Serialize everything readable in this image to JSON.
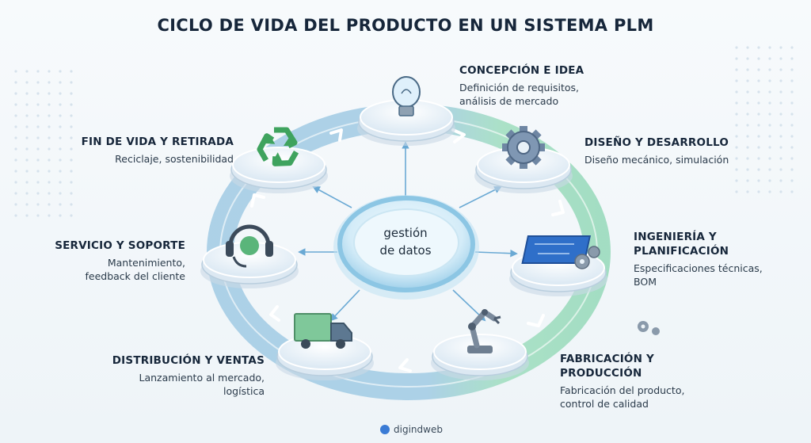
{
  "title": "CICLO DE VIDA DEL PRODUCTO EN UN SISTEMA PLM",
  "center": {
    "line1": "gestión",
    "line2": "de datos"
  },
  "stages": [
    {
      "id": "concepcion",
      "title": "CONCEPCIÓN E IDEA",
      "desc1": "Definición de requisitos,",
      "desc2": "análisis de mercado",
      "icon": "lightbulb-icon"
    },
    {
      "id": "diseno",
      "title": "DISEÑO Y DESARROLLO",
      "desc1": "Diseño mecánico, simulación",
      "icon": "gear-icon"
    },
    {
      "id": "ingenieria",
      "title1": "INGENIERÍA Y",
      "title2": "PLANIFICACIÓN",
      "desc1": "Especificaciones técnicas,",
      "desc2": "BOM",
      "icon": "blueprint-icon"
    },
    {
      "id": "fabricacion",
      "title1": "FABRICACIÓN Y",
      "title2": "PRODUCCIÓN",
      "desc1": "Fabricación del producto,",
      "desc2": "control de calidad",
      "icon": "robot-arm-icon"
    },
    {
      "id": "distribucion",
      "title": "DISTRIBUCIÓN Y VENTAS",
      "desc1": "Lanzamiento al mercado,",
      "desc2": "logística",
      "icon": "truck-icon"
    },
    {
      "id": "servicio",
      "title": "SERVICIO Y SOPORTE",
      "desc1": "Mantenimiento,",
      "desc2": "feedback del cliente",
      "icon": "headset-icon"
    },
    {
      "id": "fin",
      "title": "FIN DE VIDA Y RETIRADA",
      "desc1": "Reciclaje, sostenibilidad",
      "icon": "recycle-icon"
    }
  ],
  "brand": "digindweb",
  "colors": {
    "ring_blue": "#a9cfe6",
    "ring_green": "#9fdcc0",
    "node": "#e8f1f8",
    "hub": "#cfe8f5",
    "accent": "#3a7bd5"
  }
}
